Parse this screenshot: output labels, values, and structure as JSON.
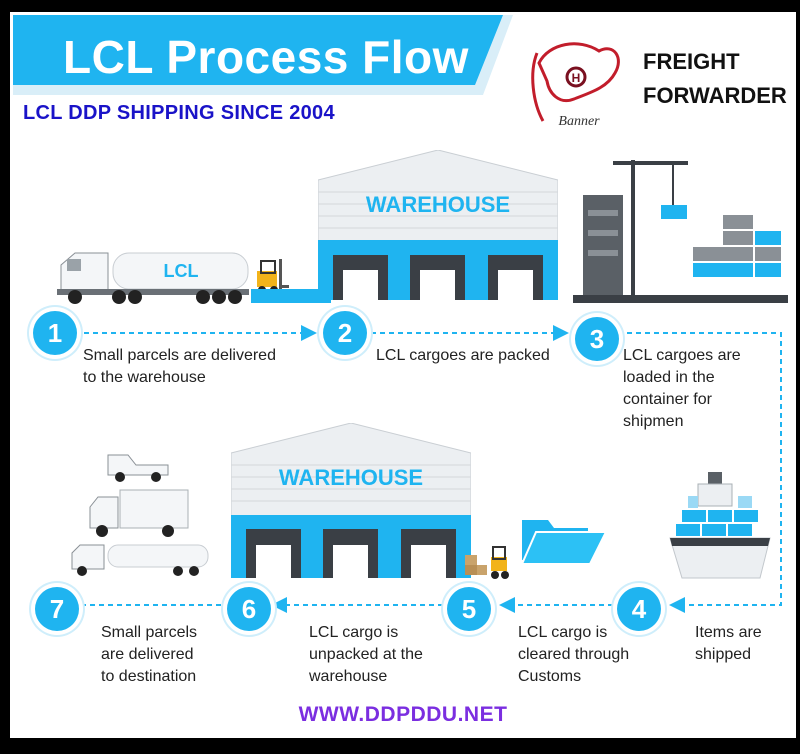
{
  "header": {
    "title": "LCL Process Flow",
    "subtitle": "LCL DDP SHIPPING SINCE 2004",
    "brand_line1": "FREIGHT",
    "brand_line2": "FORWARDER",
    "logo_text": "Banner"
  },
  "illustrations": {
    "truck_label": "LCL",
    "warehouse_top_label": "WAREHOUSE",
    "warehouse_bottom_label": "WAREHOUSE"
  },
  "steps": [
    {
      "number": "1",
      "text_lines": [
        "Small parcels are delivered",
        "to the warehouse"
      ]
    },
    {
      "number": "2",
      "text_lines": [
        "LCL cargoes are packed"
      ]
    },
    {
      "number": "3",
      "text_lines": [
        "LCL cargoes are",
        "loaded in the",
        "container for",
        "shipmen"
      ]
    },
    {
      "number": "4",
      "text_lines": [
        "Items are",
        "shipped"
      ]
    },
    {
      "number": "5",
      "text_lines": [
        "LCL cargo is",
        "cleared through",
        "Customs"
      ]
    },
    {
      "number": "6",
      "text_lines": [
        "LCL cargo is",
        "unpacked at the",
        "warehouse"
      ]
    },
    {
      "number": "7",
      "text_lines": [
        "Small parcels",
        "are delivered",
        "to destination"
      ]
    }
  ],
  "footer": {
    "website": "WWW.DDPDDU.NET"
  },
  "colors": {
    "accent": "#1fb4f0",
    "subtitle": "#1a13c8",
    "footer": "#7b2ee0",
    "dark": "#3a3f45"
  }
}
